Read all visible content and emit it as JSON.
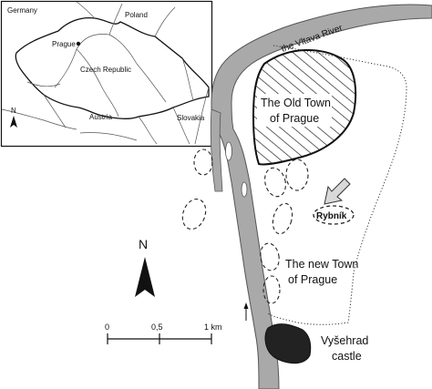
{
  "inset": {
    "labels": {
      "germany": "Germany",
      "poland": "Poland",
      "prague": "Prague",
      "czech_republic": "Czech Republic",
      "austria": "Austria",
      "slovakia": "Slovakia"
    },
    "north_symbol": "N"
  },
  "main": {
    "river_label": "the Vltava River",
    "old_town_label": [
      "The Old Town",
      "of Prague"
    ],
    "rybnik_label": "Rybník",
    "new_town_label": [
      "The new Town",
      "of Prague"
    ],
    "vysehrad_label": [
      "Vyšehrad",
      "castle"
    ],
    "north_symbol": "N"
  },
  "scale_bar": {
    "ticks": [
      "0",
      "0,5",
      "1 km"
    ]
  },
  "colors": {
    "river_fill": "#a9a9a9",
    "river_outline": "#555555",
    "castle_fill": "#222222",
    "ink": "#111111"
  }
}
